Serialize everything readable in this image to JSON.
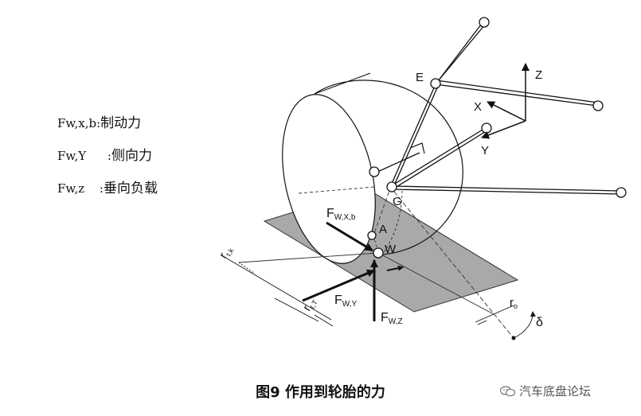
{
  "legend": [
    {
      "symbol": "Fw,x,b",
      "sep": ":",
      "text": "制动力"
    },
    {
      "symbol": "Fw,Y",
      "sep": " :",
      "text": "侧向力"
    },
    {
      "symbol": "Fw,z",
      "sep": " :",
      "text": "垂向负载"
    }
  ],
  "labels": {
    "E": "E",
    "G": "G",
    "A": "A",
    "W": "W",
    "X": "X",
    "Y": "Y",
    "Z": "Z",
    "Fwxb_main": "F",
    "Fwxb_sub": "W,X,b",
    "Fwy_main": "F",
    "Fwy_sub": "W,Y",
    "Fwz_main": "F",
    "Fwz_sub": "W,Z",
    "r_tk_main": "r",
    "r_tk_sub": "τ,k",
    "r_t_main": "r",
    "r_t_sub": "τ,T",
    "r_o_main": "r",
    "r_o_sub": "o",
    "delta": "δ"
  },
  "caption": "图9  作用到轮胎的力",
  "watermark": "汽车底盘论坛",
  "watermark_icon": "wechat-icon",
  "colors": {
    "ground": "#a9a9a9",
    "line": "#111111"
  }
}
